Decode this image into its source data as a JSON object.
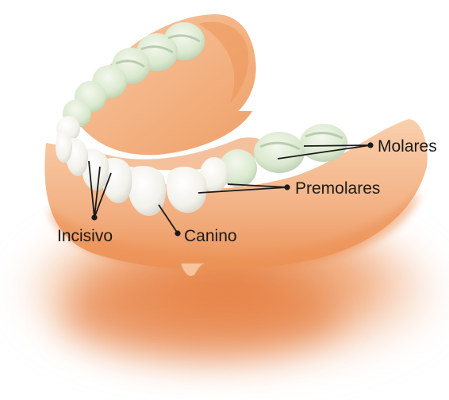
{
  "labels": {
    "molares": "Molares",
    "premolares": "Premolares",
    "canino": "Canino",
    "incisivo": "Incisivo"
  },
  "colors": {
    "gum_light": "#f6c39a",
    "gum_mid": "#ee9b63",
    "gum_dark": "#e57b3c",
    "tooth_white": "#f7f7f2",
    "tooth_green": "#dbe9cf",
    "tooth_shadow": "#b9cdb0",
    "leader_line": "#1a1a1a"
  }
}
